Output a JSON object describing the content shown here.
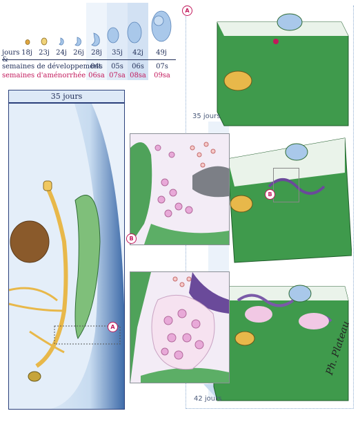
{
  "timeline": {
    "row_labels": {
      "days": "jours",
      "ampersand": "&",
      "weeks": "semaines de développement",
      "amenorrhea": "semaines d'aménorrhée"
    },
    "days": [
      "18j",
      "23j",
      "24j",
      "26j",
      "28j",
      "35j",
      "42j",
      "49j"
    ],
    "weeks_dev": [
      "04s",
      "05s",
      "06s",
      "07s"
    ],
    "weeks_amen": [
      "06sa",
      "07sa",
      "08sa",
      "09sa"
    ]
  },
  "left_panel": {
    "title": "35 jours",
    "marker": "A"
  },
  "right_column": {
    "marker_top": "A",
    "label_35": "35 jours",
    "label_42": "42 jours",
    "marker_b1": "B",
    "marker_b2": "B"
  },
  "signature": "Ph. Plateau",
  "colors": {
    "navy": "#1f2d57",
    "pink": "#c2185b",
    "tissue_green": "#3f9a4c",
    "duct_yellow": "#e8b84a",
    "gonad_brown": "#8a5a2b"
  }
}
